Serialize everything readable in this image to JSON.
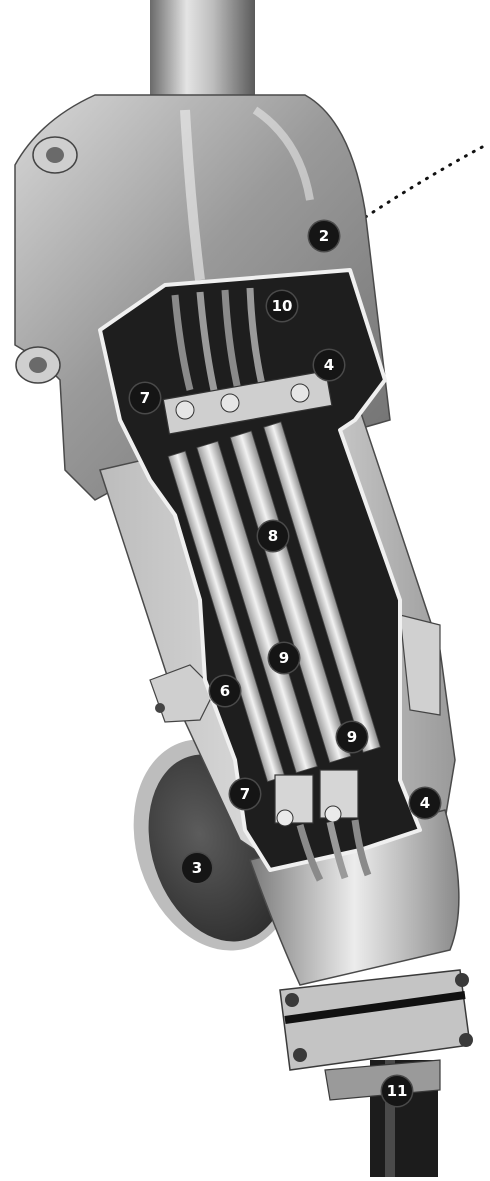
{
  "figure": {
    "subject": "cutaway-cable-terminal-illustration",
    "callouts": [
      {
        "id": "c2",
        "label": "2"
      },
      {
        "id": "c10",
        "label": "10"
      },
      {
        "id": "c4a",
        "label": "4"
      },
      {
        "id": "c7a",
        "label": "7"
      },
      {
        "id": "c8",
        "label": "8"
      },
      {
        "id": "c9a",
        "label": "9"
      },
      {
        "id": "c6",
        "label": "6"
      },
      {
        "id": "c9b",
        "label": "9"
      },
      {
        "id": "c7b",
        "label": "7"
      },
      {
        "id": "c4b",
        "label": "4"
      },
      {
        "id": "c3",
        "label": "3"
      },
      {
        "id": "c11",
        "label": "11"
      }
    ],
    "colors": {
      "background": "#ffffff",
      "metal_light": "#e8e8e8",
      "metal_mid": "#a8a8a8",
      "metal_dark": "#5a5a5a",
      "interior": "#1e1e1e",
      "callout_fill": "#151515",
      "callout_text": "#ffffff"
    }
  }
}
